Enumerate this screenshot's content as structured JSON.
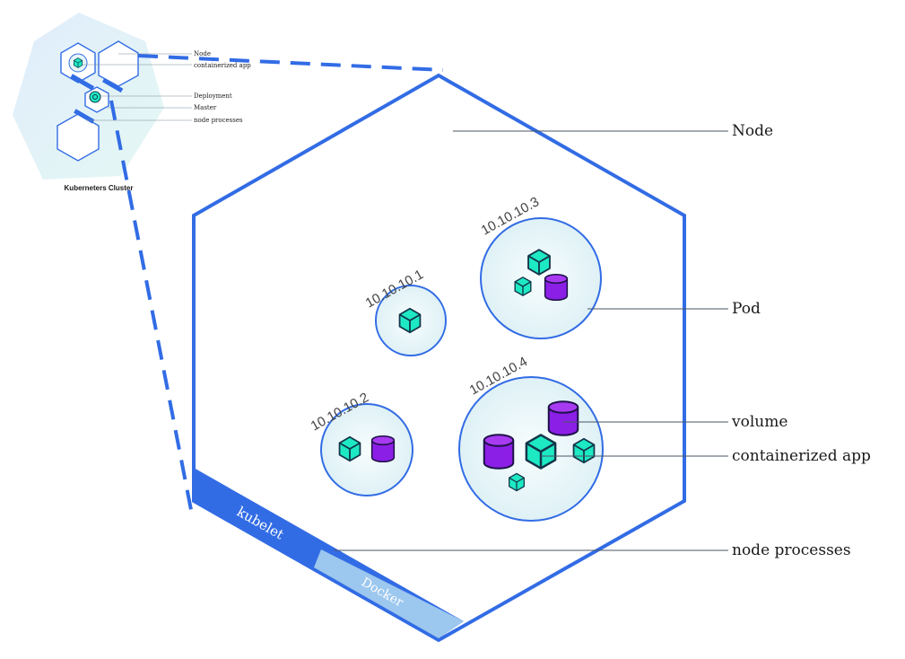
{
  "colors": {
    "node_blue": "#326ce5",
    "leader_line": "#4a5566",
    "pod_fill": "#e6f5f8",
    "app_teal": "#1de9c3",
    "volume_purple": "#8b1fe6",
    "docker_fill": "#9cc7ee"
  },
  "mini_cluster": {
    "caption": "Kuberneters Cluster",
    "labels": {
      "node": "Node",
      "containerized_app": "containerized app",
      "deployment": "Deployment",
      "master": "Master",
      "node_processes": "node processes"
    }
  },
  "node": {
    "callouts": {
      "node": "Node",
      "pod": "Pod",
      "volume": "volume",
      "containerized_app": "containerized app",
      "node_processes": "node processes"
    },
    "processes": {
      "kubelet": "kubelet",
      "docker": "Docker"
    },
    "pods": [
      {
        "ip": "10.10.10.1",
        "apps": 1,
        "volumes": 0
      },
      {
        "ip": "10.10.10.2",
        "apps": 1,
        "volumes": 1
      },
      {
        "ip": "10.10.10.3",
        "apps": 2,
        "volumes": 1
      },
      {
        "ip": "10.10.10.4",
        "apps": 3,
        "volumes": 2
      }
    ]
  }
}
